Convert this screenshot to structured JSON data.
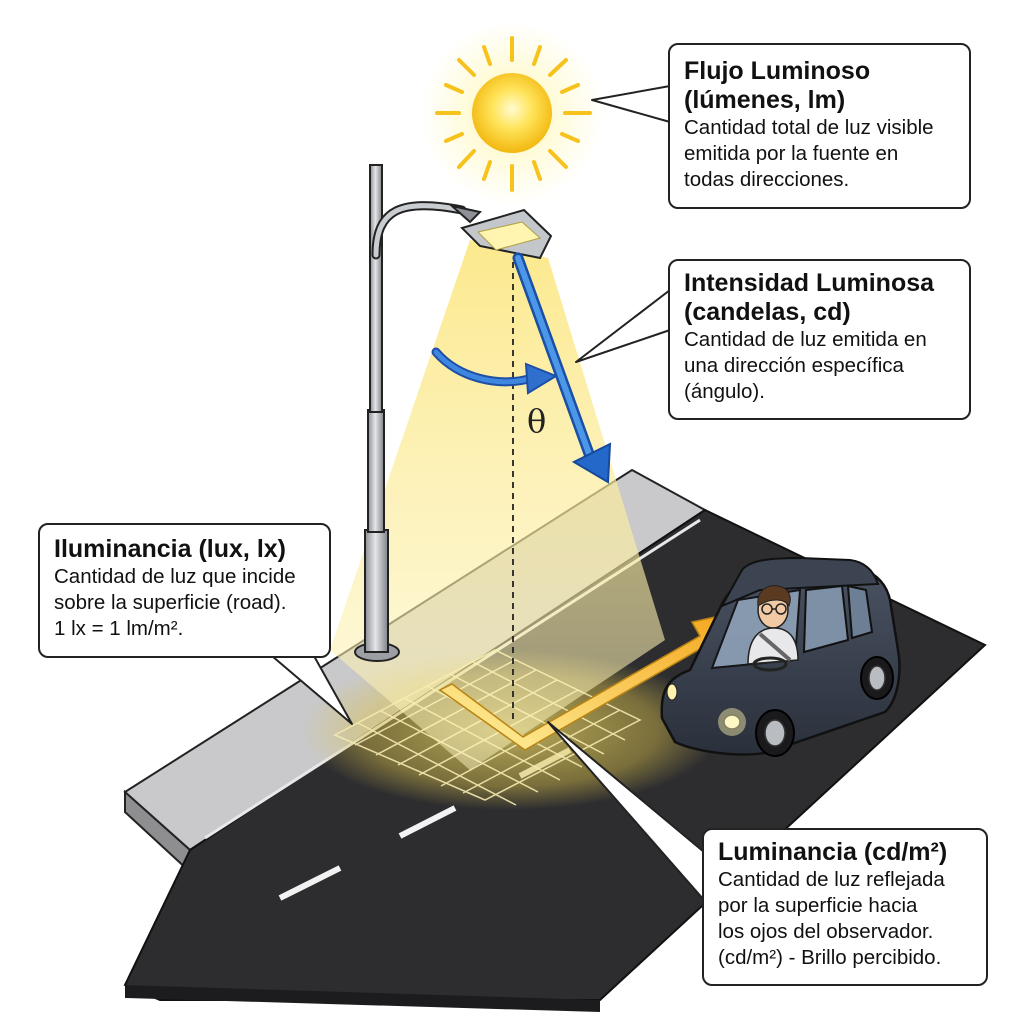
{
  "callouts": {
    "flujo": {
      "title_1": "Flujo Luminoso",
      "title_2": "(lúmenes, lm)",
      "body": [
        "Cantidad total de luz visible",
        "emitida por la fuente en",
        "todas direcciones."
      ]
    },
    "intensidad": {
      "title_1": "Intensidad Luminosa",
      "title_2": "(candelas, cd)",
      "body": [
        "Cantidad de luz emitida en",
        "una dirección específica",
        "(ángulo)."
      ]
    },
    "iluminancia": {
      "title_1": "Iluminancia (lux, lx)",
      "body": [
        "Cantidad de luz que incide",
        "sobre la superficie (road).",
        "1 lx = 1 lm/m²."
      ]
    },
    "luminancia": {
      "title_1": "Luminancia (cd/m²)",
      "body": [
        "Cantidad de luz reflejada",
        "por la superficie hacia",
        "los ojos del observador.",
        "(cd/m²) - Brillo percibido."
      ]
    }
  },
  "angle_symbol": "θ",
  "icons": [
    "sun-icon",
    "street-lamp-icon",
    "car-icon",
    "driver-icon"
  ],
  "colors": {
    "sun": "#f7c41a",
    "light_beam": "#f5e27a",
    "intensity_arrow": "#1f64c4",
    "luminance_arrow": "#f5b51c",
    "road": "#2d2d30",
    "sidewalk": "#a8a8aa",
    "car": "#3b4250"
  }
}
